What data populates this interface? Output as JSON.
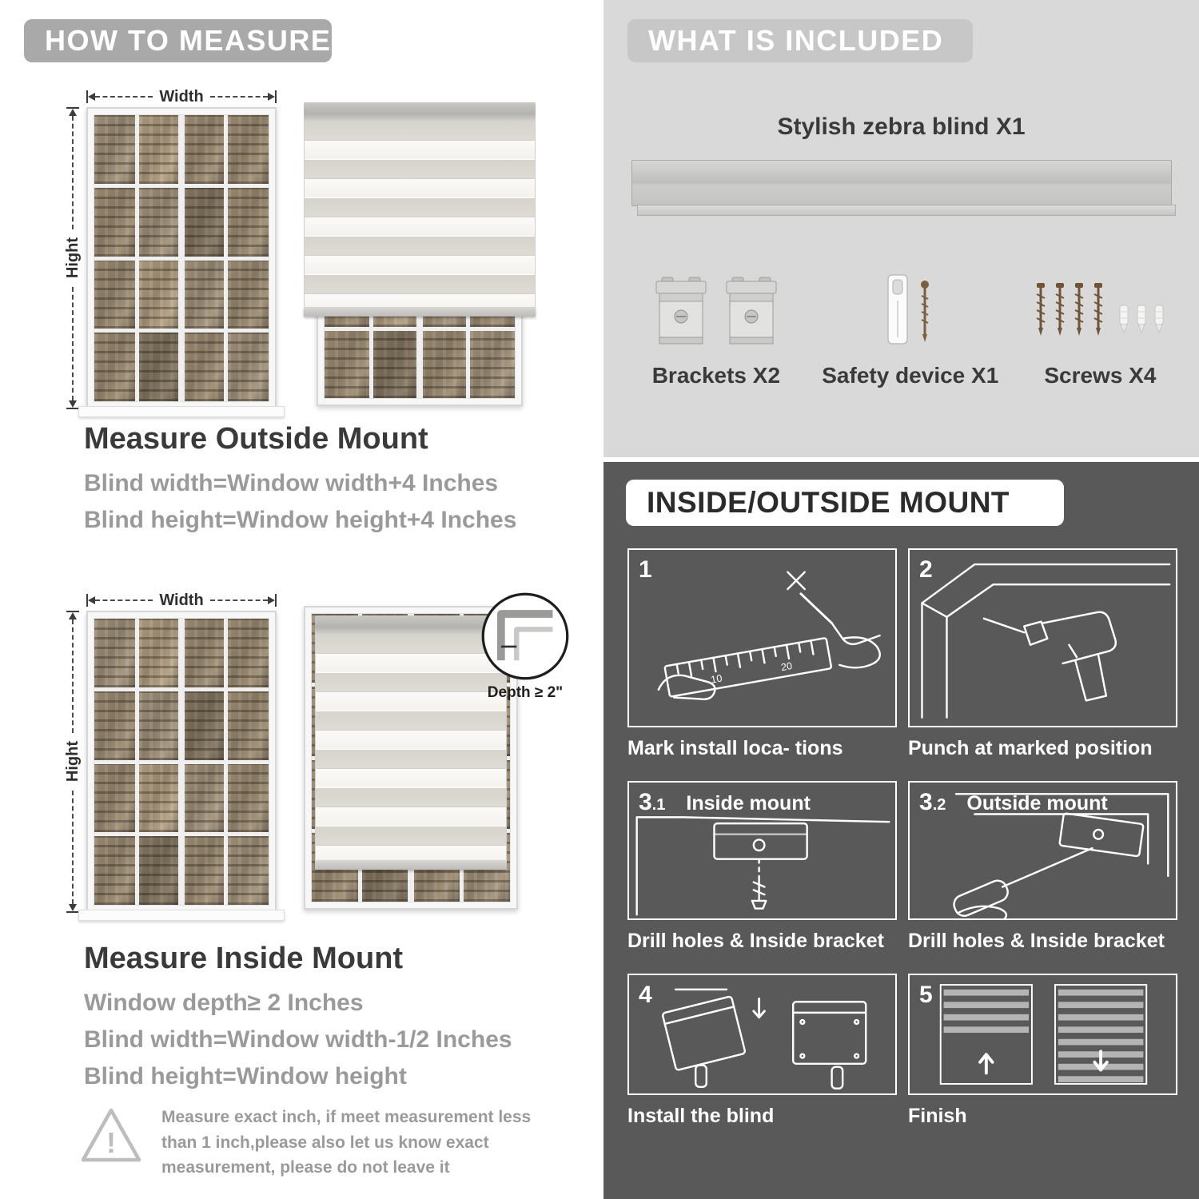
{
  "colors": {
    "measure_pill": "#a9a9a9",
    "included_bg": "#d9d9d9",
    "included_pill": "#c7c7c7",
    "mount_bg": "#595959",
    "heading_text": "#3a3a3a",
    "body_text": "#9a9a9a",
    "white": "#ffffff"
  },
  "measure": {
    "header": "HOW TO MEASURE",
    "outside": {
      "width_label": "Width",
      "height_label": "Hight",
      "title": "Measure Outside Mount",
      "lines": [
        "Blind width=Window width+4 Inches",
        "Blind height=Window height+4 Inches"
      ]
    },
    "inside": {
      "width_label": "Width",
      "height_label": "Hight",
      "depth_label": "Depth ≥ 2\"",
      "title": "Measure Inside Mount",
      "lines": [
        "Window depth≥ 2 Inches",
        "Blind width=Window width-1/2 Inches",
        "Blind height=Window height"
      ]
    },
    "note": "Measure exact inch, if meet measurement less than 1 inch,please also let us know exact measurement, please do not leave it"
  },
  "included": {
    "header": "WHAT IS INCLUDED",
    "product_label": "Stylish zebra blind X1",
    "items": [
      {
        "label": "Brackets X2"
      },
      {
        "label": "Safety device X1"
      },
      {
        "label": "Screws X4"
      }
    ]
  },
  "mount": {
    "header": "INSIDE/OUTSIDE MOUNT",
    "steps": [
      {
        "num": "1",
        "sub": "",
        "tag": "",
        "caption": "Mark install loca- tions"
      },
      {
        "num": "2",
        "sub": "",
        "tag": "",
        "caption": "Punch at  marked position"
      },
      {
        "num": "3",
        "sub": ".1",
        "tag": "Inside mount",
        "caption": "Drill holes &  Inside bracket"
      },
      {
        "num": "3",
        "sub": ".2",
        "tag": "Outside mount",
        "caption": "Drill holes &  Inside bracket"
      },
      {
        "num": "4",
        "sub": "",
        "tag": "",
        "caption": "Install the blind"
      },
      {
        "num": "5",
        "sub": "",
        "tag": "",
        "caption": "Finish"
      }
    ]
  }
}
